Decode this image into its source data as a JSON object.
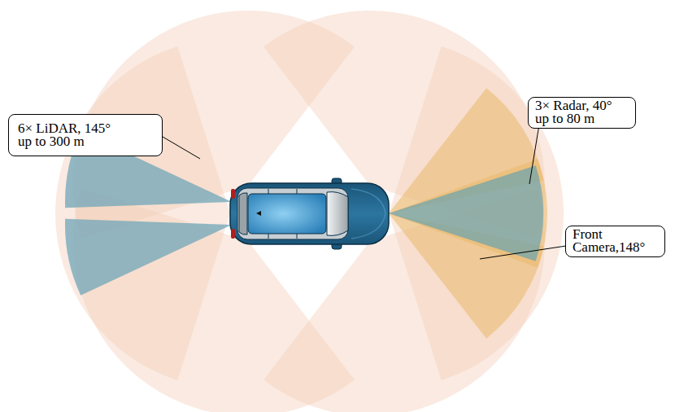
{
  "diagram": {
    "nodes": [
      {
        "text": [
          "6× LiDAR, 145° up to 300 m"
        ]
      },
      {
        "text": [
          "3× Radar, 40° up to 80 m"
        ]
      },
      {
        "text": [
          "Front Camera,148°"
        ]
      }
    ]
  }
}
